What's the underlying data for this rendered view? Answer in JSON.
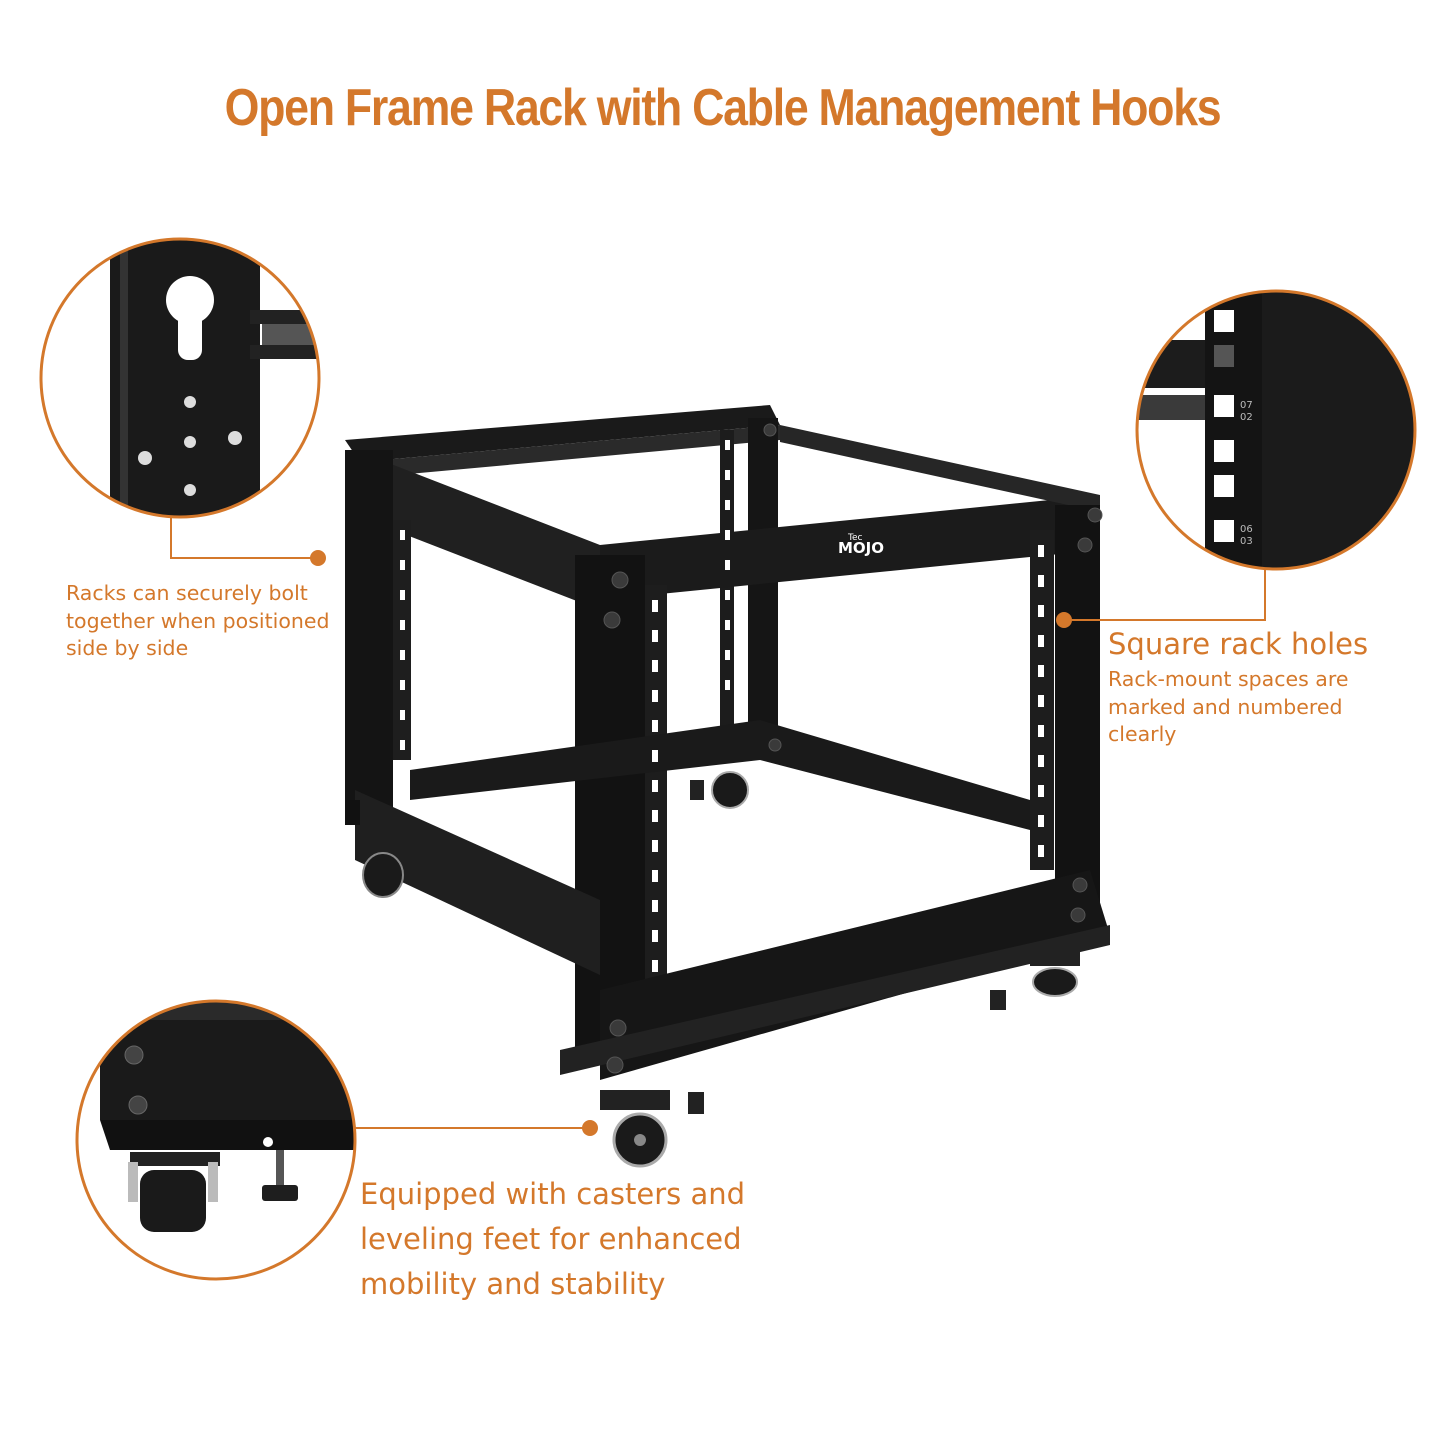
{
  "title": "Open Frame Rack with Cable Management Hooks",
  "brand": {
    "small": "Tec",
    "large": "MOJO"
  },
  "callouts": {
    "bolt_together": "Racks can securely bolt together when positioned side by side",
    "square_holes_heading": "Square rack holes",
    "square_holes_body": "Rack-mount spaces are marked and numbered clearly",
    "casters": "Equipped with casters and leveling feet for enhanced mobility and stability"
  },
  "rail_labels": {
    "upper": "07",
    "upper_b": "02",
    "lower": "06",
    "lower_b": "03"
  },
  "colors": {
    "accent": "#d4782b",
    "frame": "#111111",
    "background": "#ffffff"
  }
}
